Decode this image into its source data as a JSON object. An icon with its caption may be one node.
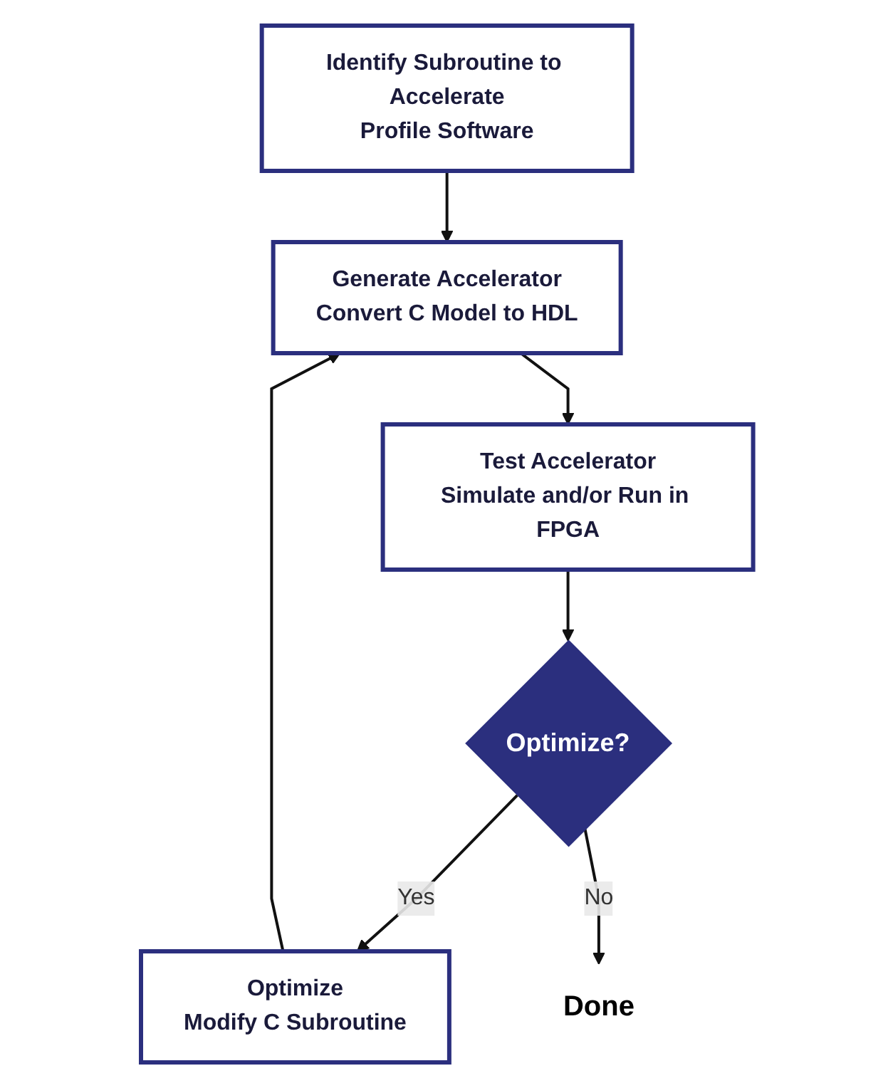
{
  "diagram": {
    "nodes": [
      {
        "text": [
          "Identify Subroutine to Accelerate",
          "Profile Software"
        ]
      },
      {
        "text": [
          "Generate Accelerator",
          "Convert C Model to HDL"
        ]
      },
      {
        "text": [
          "Test Accelerator",
          "Simulate and/or Run in FPGA"
        ]
      },
      {
        "text": [
          "Optimize",
          "Modify C Subroutine"
        ]
      },
      {
        "text": [
          "Optimize?"
        ]
      },
      {
        "text": [
          "Done"
        ]
      }
    ],
    "edges": [
      {
        "from": 0,
        "to": 1,
        "arrow": "to"
      },
      {
        "from": 1,
        "to": 2,
        "arrow": "to"
      },
      {
        "from": 2,
        "to": 4,
        "arrow": "to"
      },
      {
        "from": 4,
        "to": 3,
        "arrow": "to",
        "label": "Yes"
      },
      {
        "from": 3,
        "to": 1,
        "arrow": "to"
      },
      {
        "from": 4,
        "to": 5,
        "arrow": "to",
        "label": "No"
      }
    ]
  }
}
